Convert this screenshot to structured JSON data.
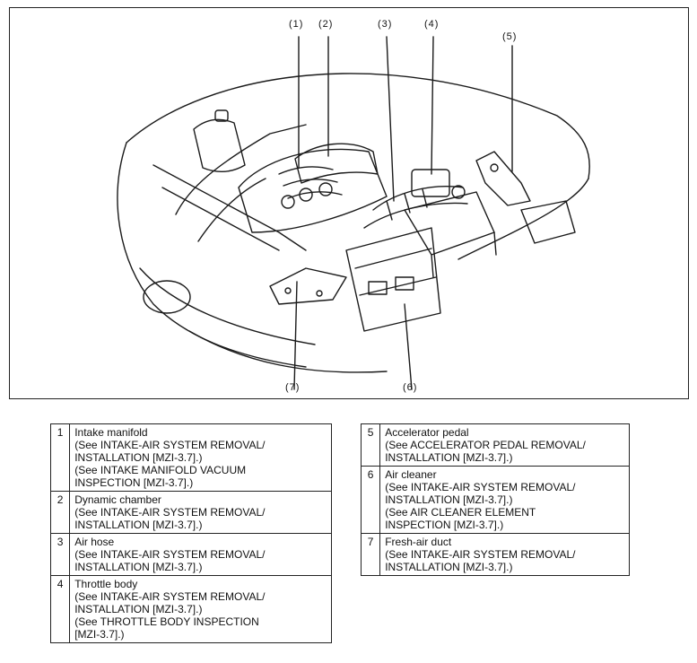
{
  "figure": {
    "callouts": [
      "(1)",
      "(2)",
      "(3)",
      "(4)",
      "(5)",
      "(6)",
      "(7)"
    ]
  },
  "parts_left": [
    {
      "num": "1",
      "name": "Intake manifold",
      "refs": [
        "(See INTAKE-AIR SYSTEM REMOVAL/",
        "INSTALLATION [MZI-3.7].)",
        "(See INTAKE MANIFOLD VACUUM",
        "INSPECTION [MZI-3.7].)"
      ]
    },
    {
      "num": "2",
      "name": "Dynamic chamber",
      "refs": [
        "(See INTAKE-AIR SYSTEM REMOVAL/",
        "INSTALLATION [MZI-3.7].)"
      ]
    },
    {
      "num": "3",
      "name": "Air hose",
      "refs": [
        "(See INTAKE-AIR SYSTEM REMOVAL/",
        "INSTALLATION [MZI-3.7].)"
      ]
    },
    {
      "num": "4",
      "name": "Throttle body",
      "refs": [
        "(See INTAKE-AIR SYSTEM REMOVAL/",
        "INSTALLATION [MZI-3.7].)",
        "(See THROTTLE BODY INSPECTION",
        "[MZI-3.7].)"
      ]
    }
  ],
  "parts_right": [
    {
      "num": "5",
      "name": "Accelerator pedal",
      "refs": [
        "(See ACCELERATOR PEDAL REMOVAL/",
        "INSTALLATION [MZI-3.7].)"
      ]
    },
    {
      "num": "6",
      "name": "Air cleaner",
      "refs": [
        "(See INTAKE-AIR SYSTEM REMOVAL/",
        "INSTALLATION [MZI-3.7].)",
        "(See AIR CLEANER ELEMENT",
        "INSPECTION [MZI-3.7].)"
      ]
    },
    {
      "num": "7",
      "name": "Fresh-air duct",
      "refs": [
        "(See INTAKE-AIR SYSTEM REMOVAL/",
        "INSTALLATION [MZI-3.7].)"
      ]
    }
  ]
}
